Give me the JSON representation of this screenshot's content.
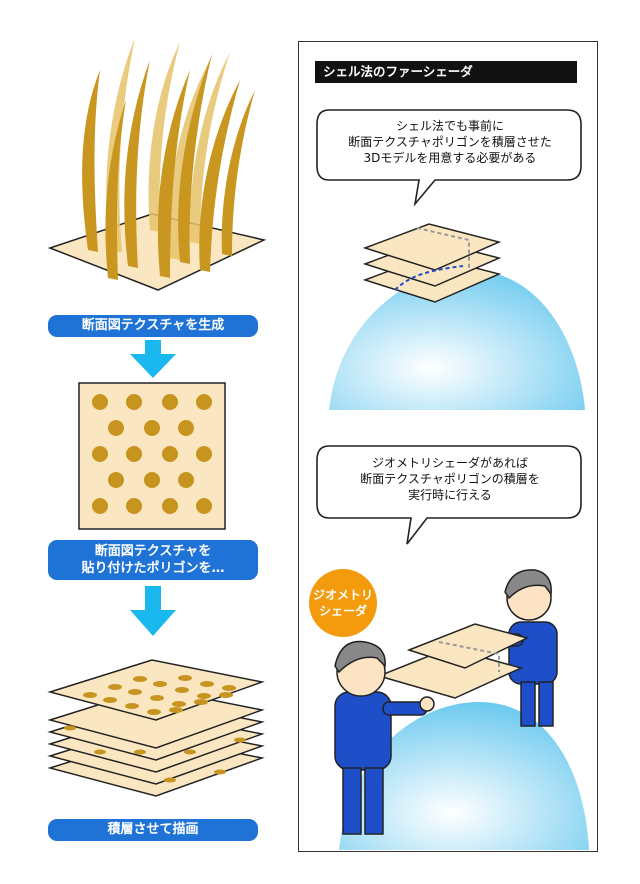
{
  "left_flow": {
    "step1_label": "断面図テクスチャを生成",
    "step2_label_line1": "断面図テクスチャを",
    "step2_label_line2": "貼り付けたポリゴンを…",
    "step3_label": "積層させて描画"
  },
  "right_panel": {
    "title": "シェル法のファーシェーダ",
    "bubble1_line1": "シェル法でも事前に",
    "bubble1_line2": "断面テクスチャポリゴンを積層させた",
    "bubble1_line3": "3Dモデルを用意する必要がある",
    "bubble2_line1": "ジオメトリシェーダがあれば",
    "bubble2_line2": "断面テクスチャポリゴンの積層を",
    "bubble2_line3": "実行時に行える",
    "badge_line1": "ジオメトリ",
    "badge_line2": "シェーダ"
  },
  "colors": {
    "label_blue": "#1f73d6",
    "arrow_cyan": "#19b8ee",
    "texture_bg": "#fbe6c2",
    "dot_gold": "#c7951f",
    "fur_gold": "#c9961f",
    "dome_blue": "#7dd4f2",
    "worker_blue": "#1e4fc9",
    "badge_orange": "#f39a0d"
  }
}
